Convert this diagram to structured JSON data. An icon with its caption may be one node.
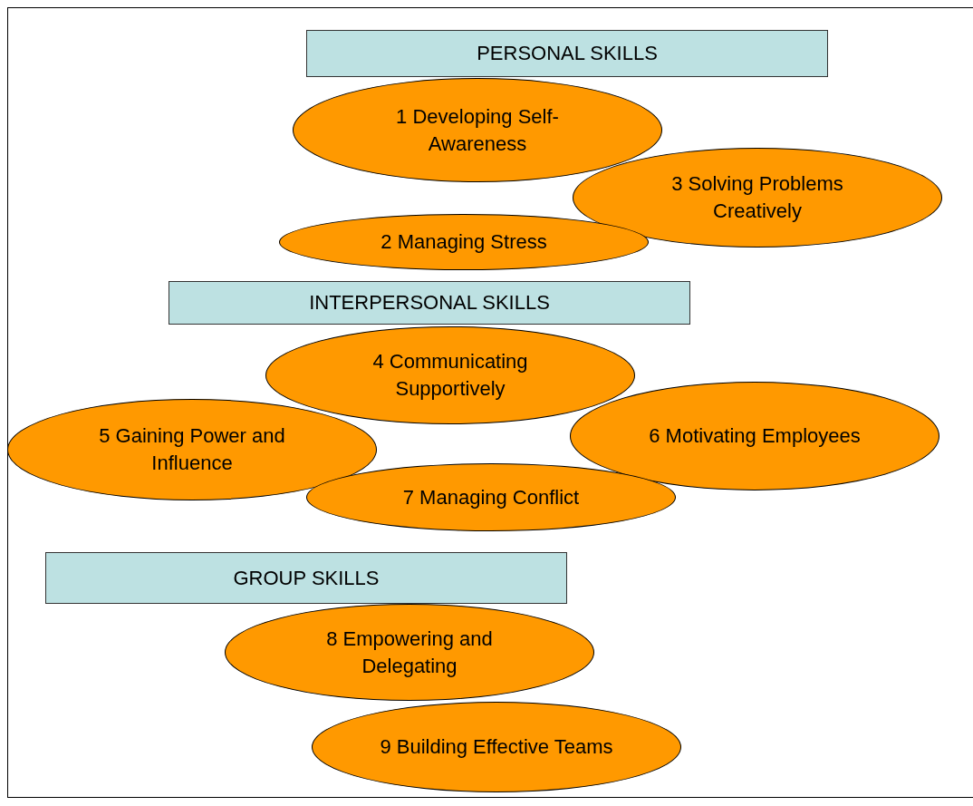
{
  "diagram": {
    "nodes": [
      {
        "text": [
          "PERSONAL SKILLS"
        ]
      },
      {
        "text": [
          "1 Developing Self-Awareness"
        ]
      },
      {
        "text": [
          "3 Solving Problems Creatively"
        ]
      },
      {
        "text": [
          "2 Managing Stress"
        ]
      },
      {
        "text": [
          "INTERPERSONAL SKILLS"
        ]
      },
      {
        "text": [
          "4 Communicating Supportively"
        ]
      },
      {
        "text": [
          "5 Gaining Power and Influence"
        ]
      },
      {
        "text": [
          "6 Motivating Employees"
        ]
      },
      {
        "text": [
          "7 Managing Conflict"
        ]
      },
      {
        "text": [
          "GROUP SKILLS"
        ]
      },
      {
        "text": [
          "8 Empowering and Delegating"
        ]
      },
      {
        "text": [
          "9 Building Effective Teams"
        ]
      }
    ]
  }
}
